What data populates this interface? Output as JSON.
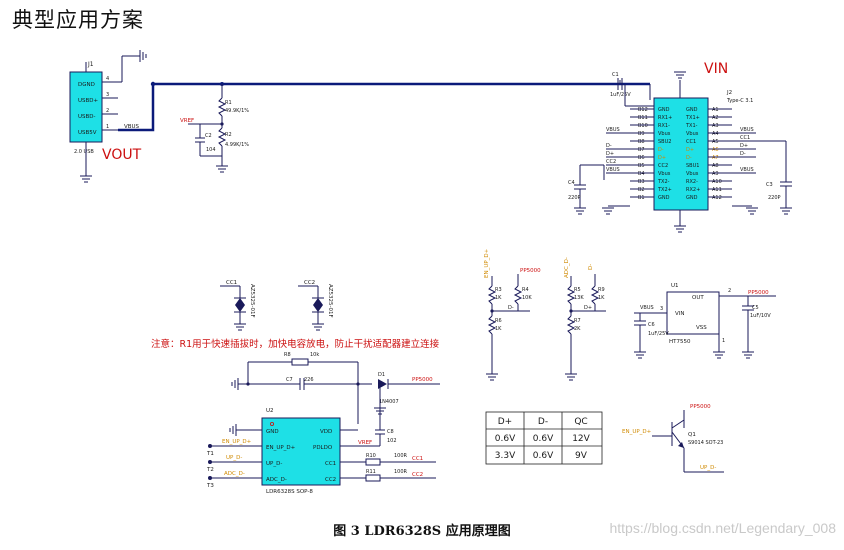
{
  "title": "典型应用方案",
  "caption": "图 3  LDR6328S 应用原理图",
  "watermark": "https://blog.csdn.net/Legendary_008",
  "notice": "注意：R1用于快速插拔时，加快电容放电，防止干扰适配器建立连接",
  "labels": {
    "vout": "VOUT",
    "vin": "VIN",
    "vbus": "VBUS",
    "vref": "VREF",
    "pp5000": "PP5000",
    "en_up_d": "EN_UP_D+",
    "up_d": "UP_D-",
    "adc_d": "ADC_D-",
    "t1": "T1",
    "t2": "T2",
    "t3": "T3",
    "d_plus": "D+",
    "d_minus": "D-",
    "cc1": "CC1",
    "cc2": "CC2",
    "usb2": "2.0 USB",
    "typec": "Type-C 3.1"
  },
  "parts": {
    "j1": "J1",
    "j2": "J2",
    "r1": "R1",
    "r1_val": "49.9K/1%",
    "r2": "R2",
    "r2_val": "4.99K/1%",
    "c1": "C1",
    "c1_val": "1uF/25V",
    "c2": "C2",
    "c2_val": "104",
    "c3": "C3",
    "c3_val": "220P",
    "c4": "C4",
    "c4_val": "220P",
    "c5": "C5",
    "c5_val": "1uF/10V",
    "c6": "C6",
    "c6_val": "1uF/25V",
    "c7": "C7",
    "c7_val": "226",
    "c8": "C8",
    "c8_val": "102",
    "r3": "R3",
    "r3_val": "1K",
    "r4": "R4",
    "r4_val": "10K",
    "r5": "R5",
    "r5_val": "13K",
    "r6": "R6",
    "r6_val": "1K",
    "r7": "R7",
    "r7_val": "2K",
    "r8": "R8",
    "r8_val": "10k",
    "r9": "R9",
    "r9_val": "1K",
    "r10": "R10",
    "r10_val": "100R",
    "r11": "R11",
    "r11_val": "100R",
    "d1": "D1",
    "d1_val": "1N4007",
    "u1": "U1",
    "u1_name": "HT7550",
    "u2": "U2",
    "u2_name": "LDR6328S SOP-8",
    "q1": "Q1",
    "q1_val": "S9014 SOT-23",
    "tvs": "AZ5325-01F",
    "tvs_cc1": "CC1",
    "tvs_cc2": "CC2"
  },
  "j1_pins": [
    "DGND",
    "USBD+",
    "USBD-",
    "USB5V"
  ],
  "j1_nums": [
    "4",
    "3",
    "2",
    "1"
  ],
  "typec_left_pins": [
    "GND",
    "RX1+",
    "RX1-",
    "Vbus",
    "SBU2",
    "D-",
    "D+",
    "CC2",
    "Vbus",
    "TX2-",
    "TX2+",
    "GND"
  ],
  "typec_left_nums": [
    "B12",
    "B11",
    "B10",
    "B9",
    "B8",
    "B7",
    "B6",
    "B5",
    "B4",
    "B3",
    "B2",
    "B1"
  ],
  "typec_right_pins": [
    "GND",
    "TX1+",
    "TX1-",
    "Vbus",
    "CC1",
    "D+",
    "D-",
    "SBU1",
    "Vbus",
    "RX2-",
    "RX2+",
    "GND"
  ],
  "typec_right_nums": [
    "A1",
    "A2",
    "A3",
    "A4",
    "A5",
    "A6",
    "A7",
    "A8",
    "A9",
    "A10",
    "A11",
    "A12"
  ],
  "u2_left_pins": [
    "GND",
    "EN_UP_D+",
    "UP_D-",
    "ADC_D-"
  ],
  "u2_right_pins": [
    "VDD",
    "PDLDO",
    "CC1",
    "CC2"
  ],
  "u1_pins": {
    "out": "OUT",
    "vin": "VIN",
    "vss": "VSS",
    "n2": "2",
    "n3": "3",
    "n1": "1"
  },
  "table": {
    "headers": [
      "D+",
      "D-",
      "QC"
    ],
    "rows": [
      [
        "0.6V",
        "0.6V",
        "12V"
      ],
      [
        "3.3V",
        "0.6V",
        "9V"
      ]
    ]
  }
}
